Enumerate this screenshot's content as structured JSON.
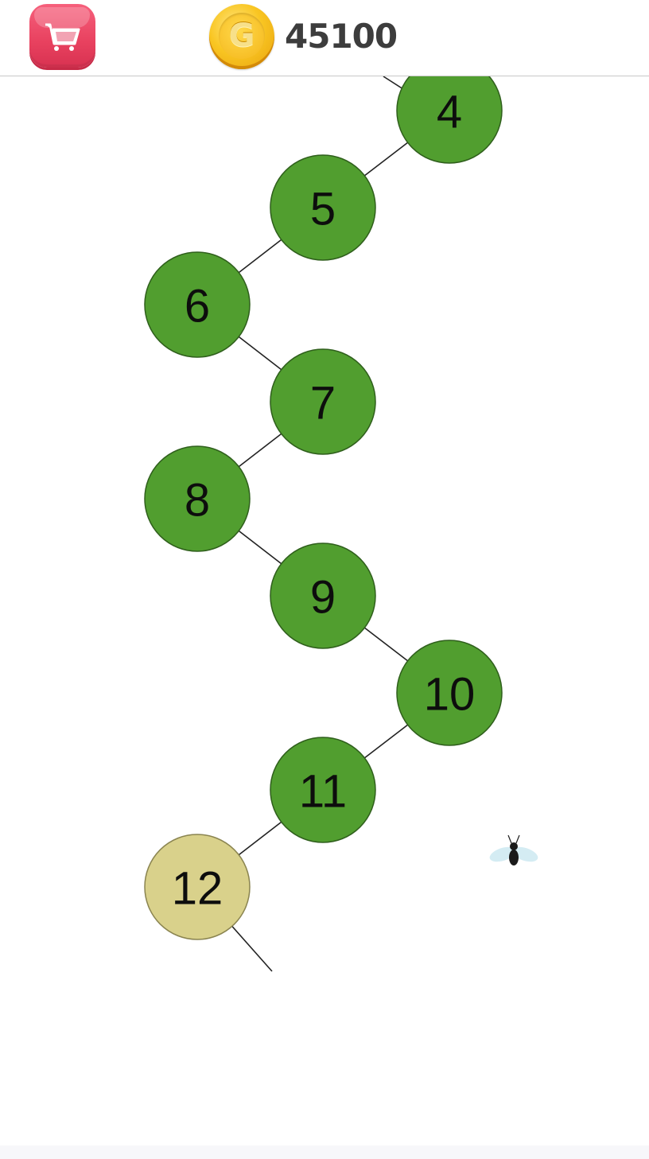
{
  "header": {
    "shop_icon": "shopping-cart-icon",
    "coin_icon": "gold-coin-icon",
    "coin_symbol": "G",
    "coin_count": "45100"
  },
  "path": {
    "levels": [
      {
        "label": "4",
        "state": "completed"
      },
      {
        "label": "5",
        "state": "completed"
      },
      {
        "label": "6",
        "state": "completed"
      },
      {
        "label": "7",
        "state": "completed"
      },
      {
        "label": "8",
        "state": "completed"
      },
      {
        "label": "9",
        "state": "completed"
      },
      {
        "label": "10",
        "state": "completed"
      },
      {
        "label": "11",
        "state": "completed"
      },
      {
        "label": "12",
        "state": "current"
      }
    ]
  },
  "colors": {
    "completed": "#519e2f",
    "current": "#d9d18b",
    "node_stroke": "#2f5f1c",
    "current_stroke": "#8a8450",
    "shop": "#e8415f",
    "coin": "#f9c623",
    "connector": "#222222"
  },
  "decorations": {
    "fly_icon": "fly-icon"
  }
}
